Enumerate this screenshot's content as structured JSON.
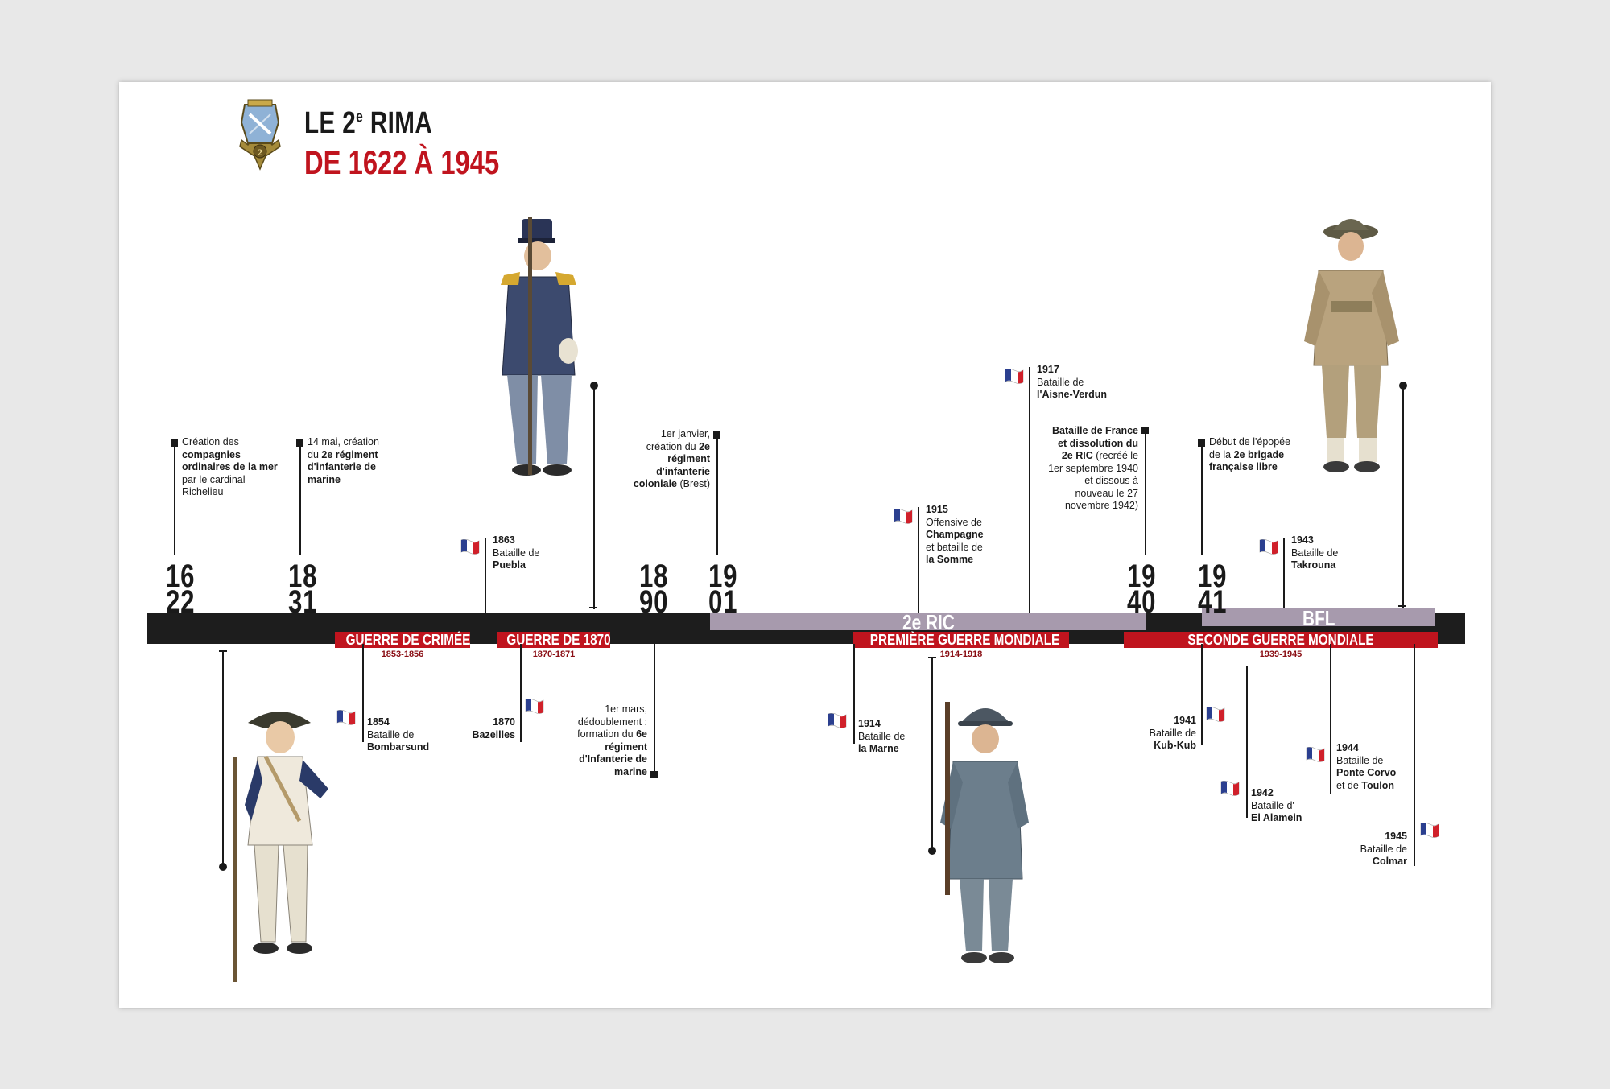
{
  "header": {
    "title_prefix": "LE 2",
    "title_sup": "e",
    "title_suffix": " RIMA",
    "subtitle": "DE 1622 À 1945"
  },
  "years": {
    "y1622": [
      "16",
      "22"
    ],
    "y1831": [
      "18",
      "31"
    ],
    "y1890": [
      "18",
      "90"
    ],
    "y1901": [
      "19",
      "01"
    ],
    "y1940": [
      "19",
      "40"
    ],
    "y1941": [
      "19",
      "41"
    ]
  },
  "bands": {
    "ric": "2e RIC",
    "bfl": "BFL"
  },
  "wars": {
    "crimee": {
      "label": "GUERRE DE CRIMÉE",
      "dates": "1853-1856"
    },
    "w1870": {
      "label": "GUERRE DE 1870",
      "dates": "1870-1871"
    },
    "pgm": {
      "label": "PREMIÈRE GUERRE MONDIALE",
      "dates": "1914-1918"
    },
    "sgm": {
      "label": "SECONDE GUERRE MONDIALE",
      "dates": "1939-1945"
    }
  },
  "events": {
    "e1622": {
      "a": "Création des ",
      "b": "compagnies ordinaires de la mer",
      "c": " par le cardinal Richelieu"
    },
    "e1831": {
      "a": "14 mai, création du ",
      "b": "2e régiment d'infanterie de marine"
    },
    "e1863": {
      "year": "1863",
      "text": "Bataille de",
      "name": "Puebla"
    },
    "e1854": {
      "year": "1854",
      "text": "Bataille de",
      "name": "Bombarsund"
    },
    "e1870": {
      "year": "1870",
      "name": "Bazeilles"
    },
    "e1890": {
      "a": "1er mars, dédoublement : formation du ",
      "b": "6e régiment d'Infanterie de marine"
    },
    "e1901": {
      "a": "1er janvier, création du ",
      "b": "2e régiment d'infanterie coloniale",
      "c": " (Brest)"
    },
    "e1914": {
      "year": "1914",
      "text": "Bataille de",
      "name": "la Marne"
    },
    "e1915": {
      "year": "1915",
      "text": "Offensive de",
      "name": "Champagne",
      "text2": "et bataille de",
      "name2": "la Somme"
    },
    "e1917": {
      "year": "1917",
      "text": "Bataille de",
      "name": "l'Aisne-Verdun"
    },
    "e1940": {
      "b": "Bataille de France et dissolution du 2e RIC",
      "c": " (recréé le 1er septembre 1940 et dissous à nouveau le 27 novembre 1942)"
    },
    "e1941a": {
      "a": "Début de l'épopée de la ",
      "b": "2e brigade française libre"
    },
    "e1941": {
      "year": "1941",
      "text": "Bataille de",
      "name": "Kub-Kub"
    },
    "e1942": {
      "year": "1942",
      "text": "Bataille d'",
      "name": "El Alamein"
    },
    "e1943": {
      "year": "1943",
      "text": "Bataille de",
      "name": "Takrouna"
    },
    "e1944": {
      "year": "1944",
      "text": "Bataille de",
      "name": "Ponte Corvo",
      "text2": "et de",
      "name2": "Toulon"
    },
    "e1945": {
      "year": "1945",
      "text": "Bataille de",
      "name": "Colmar"
    }
  },
  "colors": {
    "red": "#c0141e",
    "dark": "#1d1d1d",
    "band": "#a79aad",
    "flag_blue": "#2b3f8f",
    "flag_red": "#d0202a"
  },
  "icons": {
    "badge": "regiment-badge-icon",
    "flag": "french-flag-icon",
    "soldiers": [
      "soldier-1622-figure",
      "soldier-1870-figure",
      "soldier-1914-figure",
      "soldier-1940-figure"
    ]
  }
}
